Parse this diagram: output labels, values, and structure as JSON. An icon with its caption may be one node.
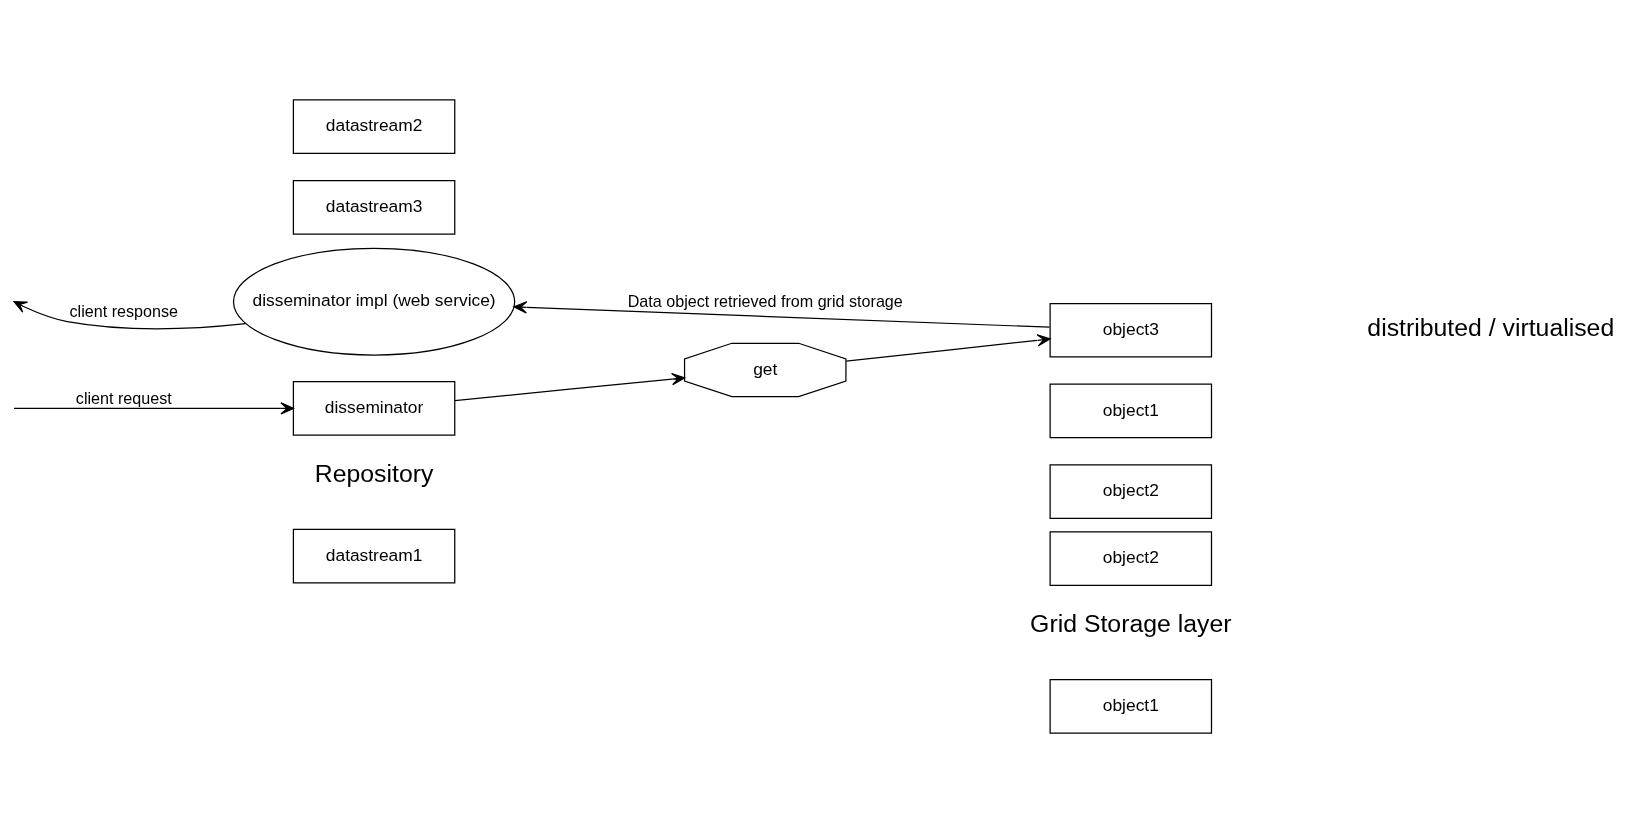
{
  "diagram": {
    "nodes": [
      {
        "text": [
          "datastream1"
        ]
      },
      {
        "text": [
          "datastream2"
        ]
      },
      {
        "text": [
          "datastream3"
        ]
      },
      {
        "text": [
          "disseminator"
        ]
      },
      {
        "text": [
          "get"
        ]
      },
      {
        "text": [
          "object1"
        ]
      },
      {
        "text": [
          "object2"
        ]
      },
      {
        "text": [
          "object3"
        ]
      },
      {
        "text": [
          "object1"
        ]
      },
      {
        "text": [
          "object2"
        ]
      },
      {
        "text": [
          "disseminator impl (web service)"
        ]
      }
    ],
    "edges": [
      {
        "from": null,
        "to": 3,
        "arrow": "to",
        "label": "client request"
      },
      {
        "from": 3,
        "to": 4,
        "arrow": "to"
      },
      {
        "from": 4,
        "to": 7,
        "arrow": "to"
      },
      {
        "from": 7,
        "to": 10,
        "arrow": "to",
        "label": "Data object retrieved from grid storage"
      },
      {
        "from": 10,
        "to": null,
        "arrow": "to",
        "label": "client response"
      }
    ],
    "labels": [
      "Repository",
      "Grid Storage layer",
      "distributed / virtualised"
    ]
  }
}
